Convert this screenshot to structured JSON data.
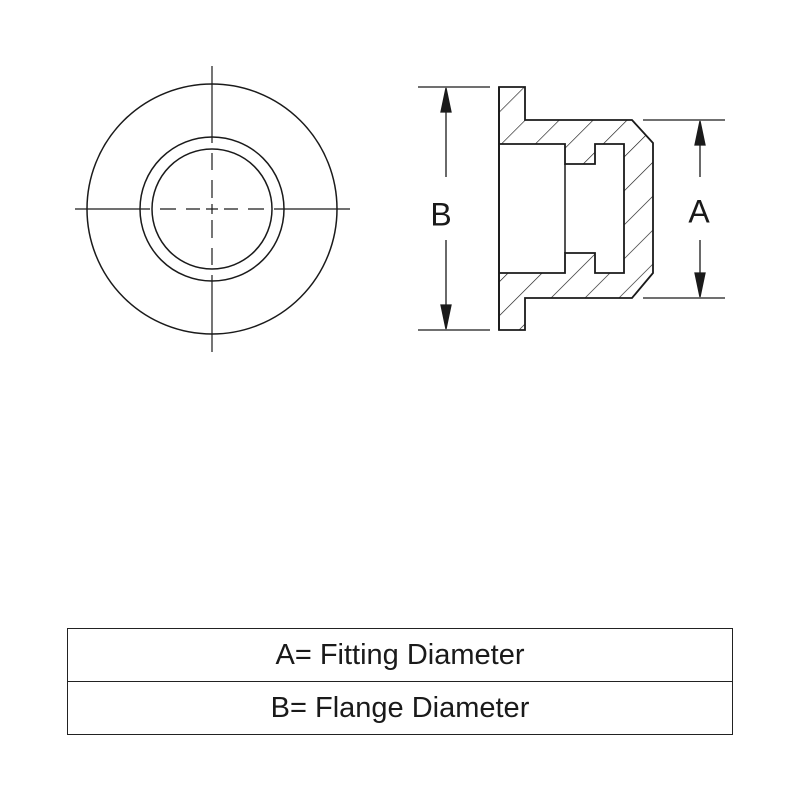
{
  "dimensions": {
    "a_label": "A",
    "b_label": "B"
  },
  "legend": [
    {
      "text": "A= Fitting Diameter"
    },
    {
      "text": "B= Flange Diameter"
    }
  ],
  "colors": {
    "line": "#1a1a1a"
  }
}
